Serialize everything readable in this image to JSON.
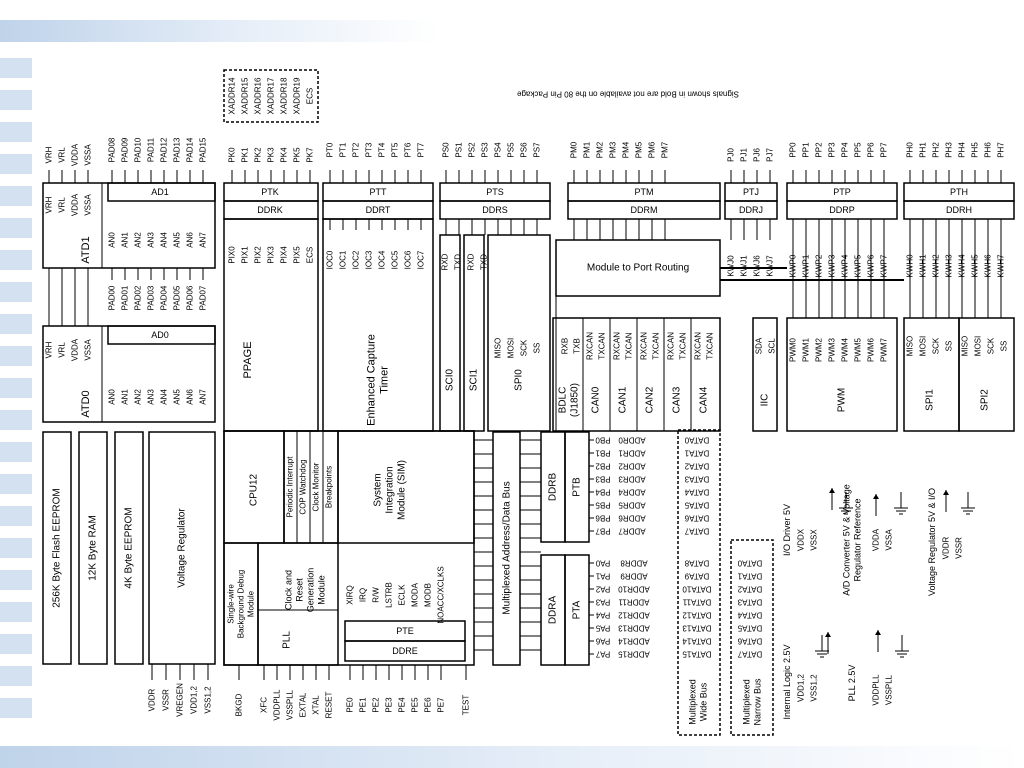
{
  "note": "Signals shown in Bold are not available on the 80 Pin Package",
  "colors": {
    "band": "#bfd3ea",
    "tile": "#d3e1f1",
    "ink": "#000000"
  },
  "blocks": {
    "atd1": "ATD1",
    "atd0": "ATD0",
    "ad1": "AD1",
    "ad0": "AD0",
    "flash": "256K Byte Flash EEPROM",
    "ram": "12K Byte RAM",
    "eeprom": "4K Byte EEPROM",
    "vreg": "Voltage Regulator",
    "ptk": "PTK",
    "ddrk": "DDRK",
    "ppage": "PPAGE",
    "ptt": "PTT",
    "ddrt": "DDRT",
    "ect": "Enhanced Capture Timer",
    "pts": "PTS",
    "ddrs": "DDRS",
    "sci0": "SCI0",
    "sci1": "SCI1",
    "spi0": "SPI0",
    "ptm": "PTM",
    "ddrm": "DDRM",
    "bdlc": "BDLC (J1850)",
    "can0": "CAN0",
    "can1": "CAN1",
    "can2": "CAN2",
    "can3": "CAN3",
    "can4": "CAN4",
    "routing": "Module to Port Routing",
    "ptj": "PTJ",
    "ddrj": "DDRJ",
    "iic": "IIC",
    "ptp": "PTP",
    "ddrp": "DDRP",
    "pwm": "PWM",
    "pth": "PTH",
    "ddrh": "DDRH",
    "spi1": "SPI1",
    "spi2": "SPI2",
    "cpu": "CPU12",
    "sim": "System Integration Module (SIM)",
    "pll": "PLL",
    "crg": "Clock and Reset Generation Module",
    "bdm": "Single-wire Background Debug Module",
    "bus": "Multiplexed Address/Data Bus",
    "pte": "PTE",
    "ddre": "DDRE",
    "ptb": "PTB",
    "ddrb": "DDRB",
    "pta": "PTA",
    "ddra": "DDRA"
  },
  "cpu_features": [
    "Periodic Interrupt",
    "COP Watchdog",
    "Clock Monitor",
    "Breakpoints"
  ],
  "sim_signals": [
    "XIRQ",
    "IRQ",
    "R/W",
    "LSTRB",
    "ECLK",
    "MODA",
    "MODB",
    "NOACC/XCLKS"
  ],
  "pins": {
    "atd1_ref": [
      "VRH",
      "VRL",
      "VDDA",
      "VSSA"
    ],
    "atd0_ref": [
      "VRH",
      "VRL",
      "VDDA",
      "VSSA"
    ],
    "an": [
      "AN0",
      "AN1",
      "AN2",
      "AN3",
      "AN4",
      "AN5",
      "AN6",
      "AN7"
    ],
    "pad1": [
      "PAD08",
      "PAD09",
      "PAD10",
      "PAD11",
      "PAD12",
      "PAD13",
      "PAD14",
      "PAD15"
    ],
    "pad0": [
      "PAD00",
      "PAD01",
      "PAD02",
      "PAD03",
      "PAD04",
      "PAD05",
      "PAD06",
      "PAD07"
    ],
    "xaddr": [
      "XADDR14",
      "XADDR15",
      "XADDR16",
      "XADDR17",
      "XADDR18",
      "XADDR19",
      "ECS"
    ],
    "pk": [
      "PK0",
      "PK1",
      "PK2",
      "PK3",
      "PK4",
      "PK5",
      "PK7"
    ],
    "pix": [
      "PIX0",
      "PIX1",
      "PIX2",
      "PIX3",
      "PIX4",
      "PIX5",
      "ECS"
    ],
    "pt": [
      "PT0",
      "PT1",
      "PT2",
      "PT3",
      "PT4",
      "PT5",
      "PT6",
      "PT7"
    ],
    "ioc": [
      "IOC0",
      "IOC1",
      "IOC2",
      "IOC3",
      "IOC4",
      "IOC5",
      "IOC6",
      "IOC7"
    ],
    "ps": [
      "PS0",
      "PS1",
      "PS2",
      "PS3",
      "PS4",
      "PS5",
      "PS6",
      "PS7"
    ],
    "sci_sig": [
      "RXD",
      "TXD",
      "RXD",
      "TXD"
    ],
    "spi0_sig": [
      "MISO",
      "MOSI",
      "SCK",
      "SS"
    ],
    "pm": [
      "PM0",
      "PM1",
      "PM2",
      "PM3",
      "PM4",
      "PM5",
      "PM6",
      "PM7"
    ],
    "bdlc_sig": [
      "RXB",
      "TXB"
    ],
    "can_sig": [
      "RXCAN",
      "TXCAN"
    ],
    "pj": [
      "PJ0",
      "PJ1",
      "PJ6",
      "PJ7"
    ],
    "kwj": [
      "KWJ0",
      "KWJ1",
      "KWJ6",
      "KWJ7"
    ],
    "iic_sig": [
      "SDA",
      "SCL"
    ],
    "pp": [
      "PP0",
      "PP1",
      "PP2",
      "PP3",
      "PP4",
      "PP5",
      "PP6",
      "PP7"
    ],
    "kwp": [
      "KWP0",
      "KWP1",
      "KWP2",
      "KWP3",
      "KWP4",
      "KWP5",
      "KWP6",
      "KWP7"
    ],
    "pwm_sig": [
      "PWM0",
      "PWM1",
      "PWM2",
      "PWM3",
      "PWM4",
      "PWM5",
      "PWM6",
      "PWM7"
    ],
    "ph": [
      "PH0",
      "PH1",
      "PH2",
      "PH3",
      "PH4",
      "PH5",
      "PH6",
      "PH7"
    ],
    "kwh": [
      "KWH0",
      "KWH1",
      "KWH2",
      "KWH3",
      "KWH4",
      "KWH5",
      "KWH6",
      "KWH7"
    ],
    "spi1_sig": [
      "MISO",
      "MOSI",
      "SCK",
      "SS"
    ],
    "spi2_sig": [
      "MISO",
      "MOSI",
      "SCK",
      "SS"
    ],
    "vreg_pins": [
      "VDDR",
      "VSSR",
      "VREGEN",
      "VDD1,2",
      "VSS1,2"
    ],
    "bkgd": [
      "BKGD"
    ],
    "pll_pins": [
      "XFC",
      "VDDPLL",
      "VSSPLL",
      "EXTAL",
      "XTAL",
      "RESET"
    ],
    "pe": [
      "PE0",
      "PE1",
      "PE2",
      "PE3",
      "PE4",
      "PE5",
      "PE6",
      "PE7"
    ],
    "test": [
      "TEST"
    ],
    "pb": [
      "PB0",
      "PB1",
      "PB2",
      "PB3",
      "PB4",
      "PB5",
      "PB6",
      "PB7"
    ],
    "addr_b": [
      "ADDR0",
      "ADDR1",
      "ADDR2",
      "ADDR3",
      "ADDR4",
      "ADDR5",
      "ADDR6",
      "ADDR7"
    ],
    "data_b": [
      "DATA0",
      "DATA1",
      "DATA2",
      "DATA3",
      "DATA4",
      "DATA5",
      "DATA6",
      "DATA7"
    ],
    "pa": [
      "PA0",
      "PA1",
      "PA2",
      "PA3",
      "PA4",
      "PA5",
      "PA6",
      "PA7"
    ],
    "addr_a": [
      "ADDR8",
      "ADDR9",
      "ADDR10",
      "ADDR11",
      "ADDR12",
      "ADDR13",
      "ADDR14",
      "ADDR15"
    ],
    "data_a": [
      "DATA8",
      "DATA9",
      "DATA10",
      "DATA11",
      "DATA12",
      "DATA13",
      "DATA14",
      "DATA15"
    ],
    "data_n": [
      "DATA0",
      "DATA1",
      "DATA2",
      "DATA3",
      "DATA4",
      "DATA5",
      "DATA6",
      "DATA7"
    ]
  },
  "legend": {
    "wide_bus": "Multiplexed Wide Bus",
    "narrow_bus": "Multiplexed Narrow Bus",
    "internal_logic": "Internal Logic 2.5V",
    "internal_logic_pins": [
      "VDD1,2",
      "VSS1,2"
    ],
    "pll": "PLL 2.5V",
    "pll_pins": [
      "VDDPLL",
      "VSSPLL"
    ],
    "io_driver": "I/O Driver 5V",
    "io_driver_pins": [
      "VDDX",
      "VSSX"
    ],
    "ad": "A/D Converter 5V & Voltage Regulator Reference",
    "ad_pins": [
      "VDDA",
      "VSSA"
    ],
    "vreg": "Voltage Regulator 5V & I/O",
    "vreg_pins": [
      "VDDR",
      "VSSR"
    ]
  }
}
